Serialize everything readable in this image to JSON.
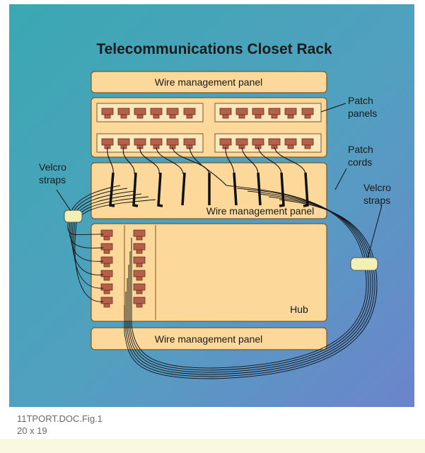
{
  "diagram": {
    "title": "Telecommunications Closet Rack",
    "panels": {
      "top_wire_mgmt": "Wire management panel",
      "middle_wire_mgmt": "Wire management panel",
      "bottom_wire_mgmt": "Wire management panel",
      "hub": "Hub"
    },
    "callouts": {
      "patch_panels_line1": "Patch",
      "patch_panels_line2": "panels",
      "patch_cords_line1": "Patch",
      "patch_cords_line2": "cords",
      "velcro_left_line1": "Velcro",
      "velcro_left_line2": "straps",
      "velcro_right_line1": "Velcro",
      "velcro_right_line2": "straps"
    },
    "colors": {
      "background_top": "#3fa9b5",
      "background_bottom": "#6a86c8",
      "panel_fill": "#fcd99a",
      "panel_stroke": "#7a5a2a",
      "port_fill": "#b5604a",
      "strap_fill": "#f3f0b5"
    }
  },
  "caption": {
    "line1": "11TPORT.DOC.Fig.1",
    "line2": "20 x 19"
  }
}
